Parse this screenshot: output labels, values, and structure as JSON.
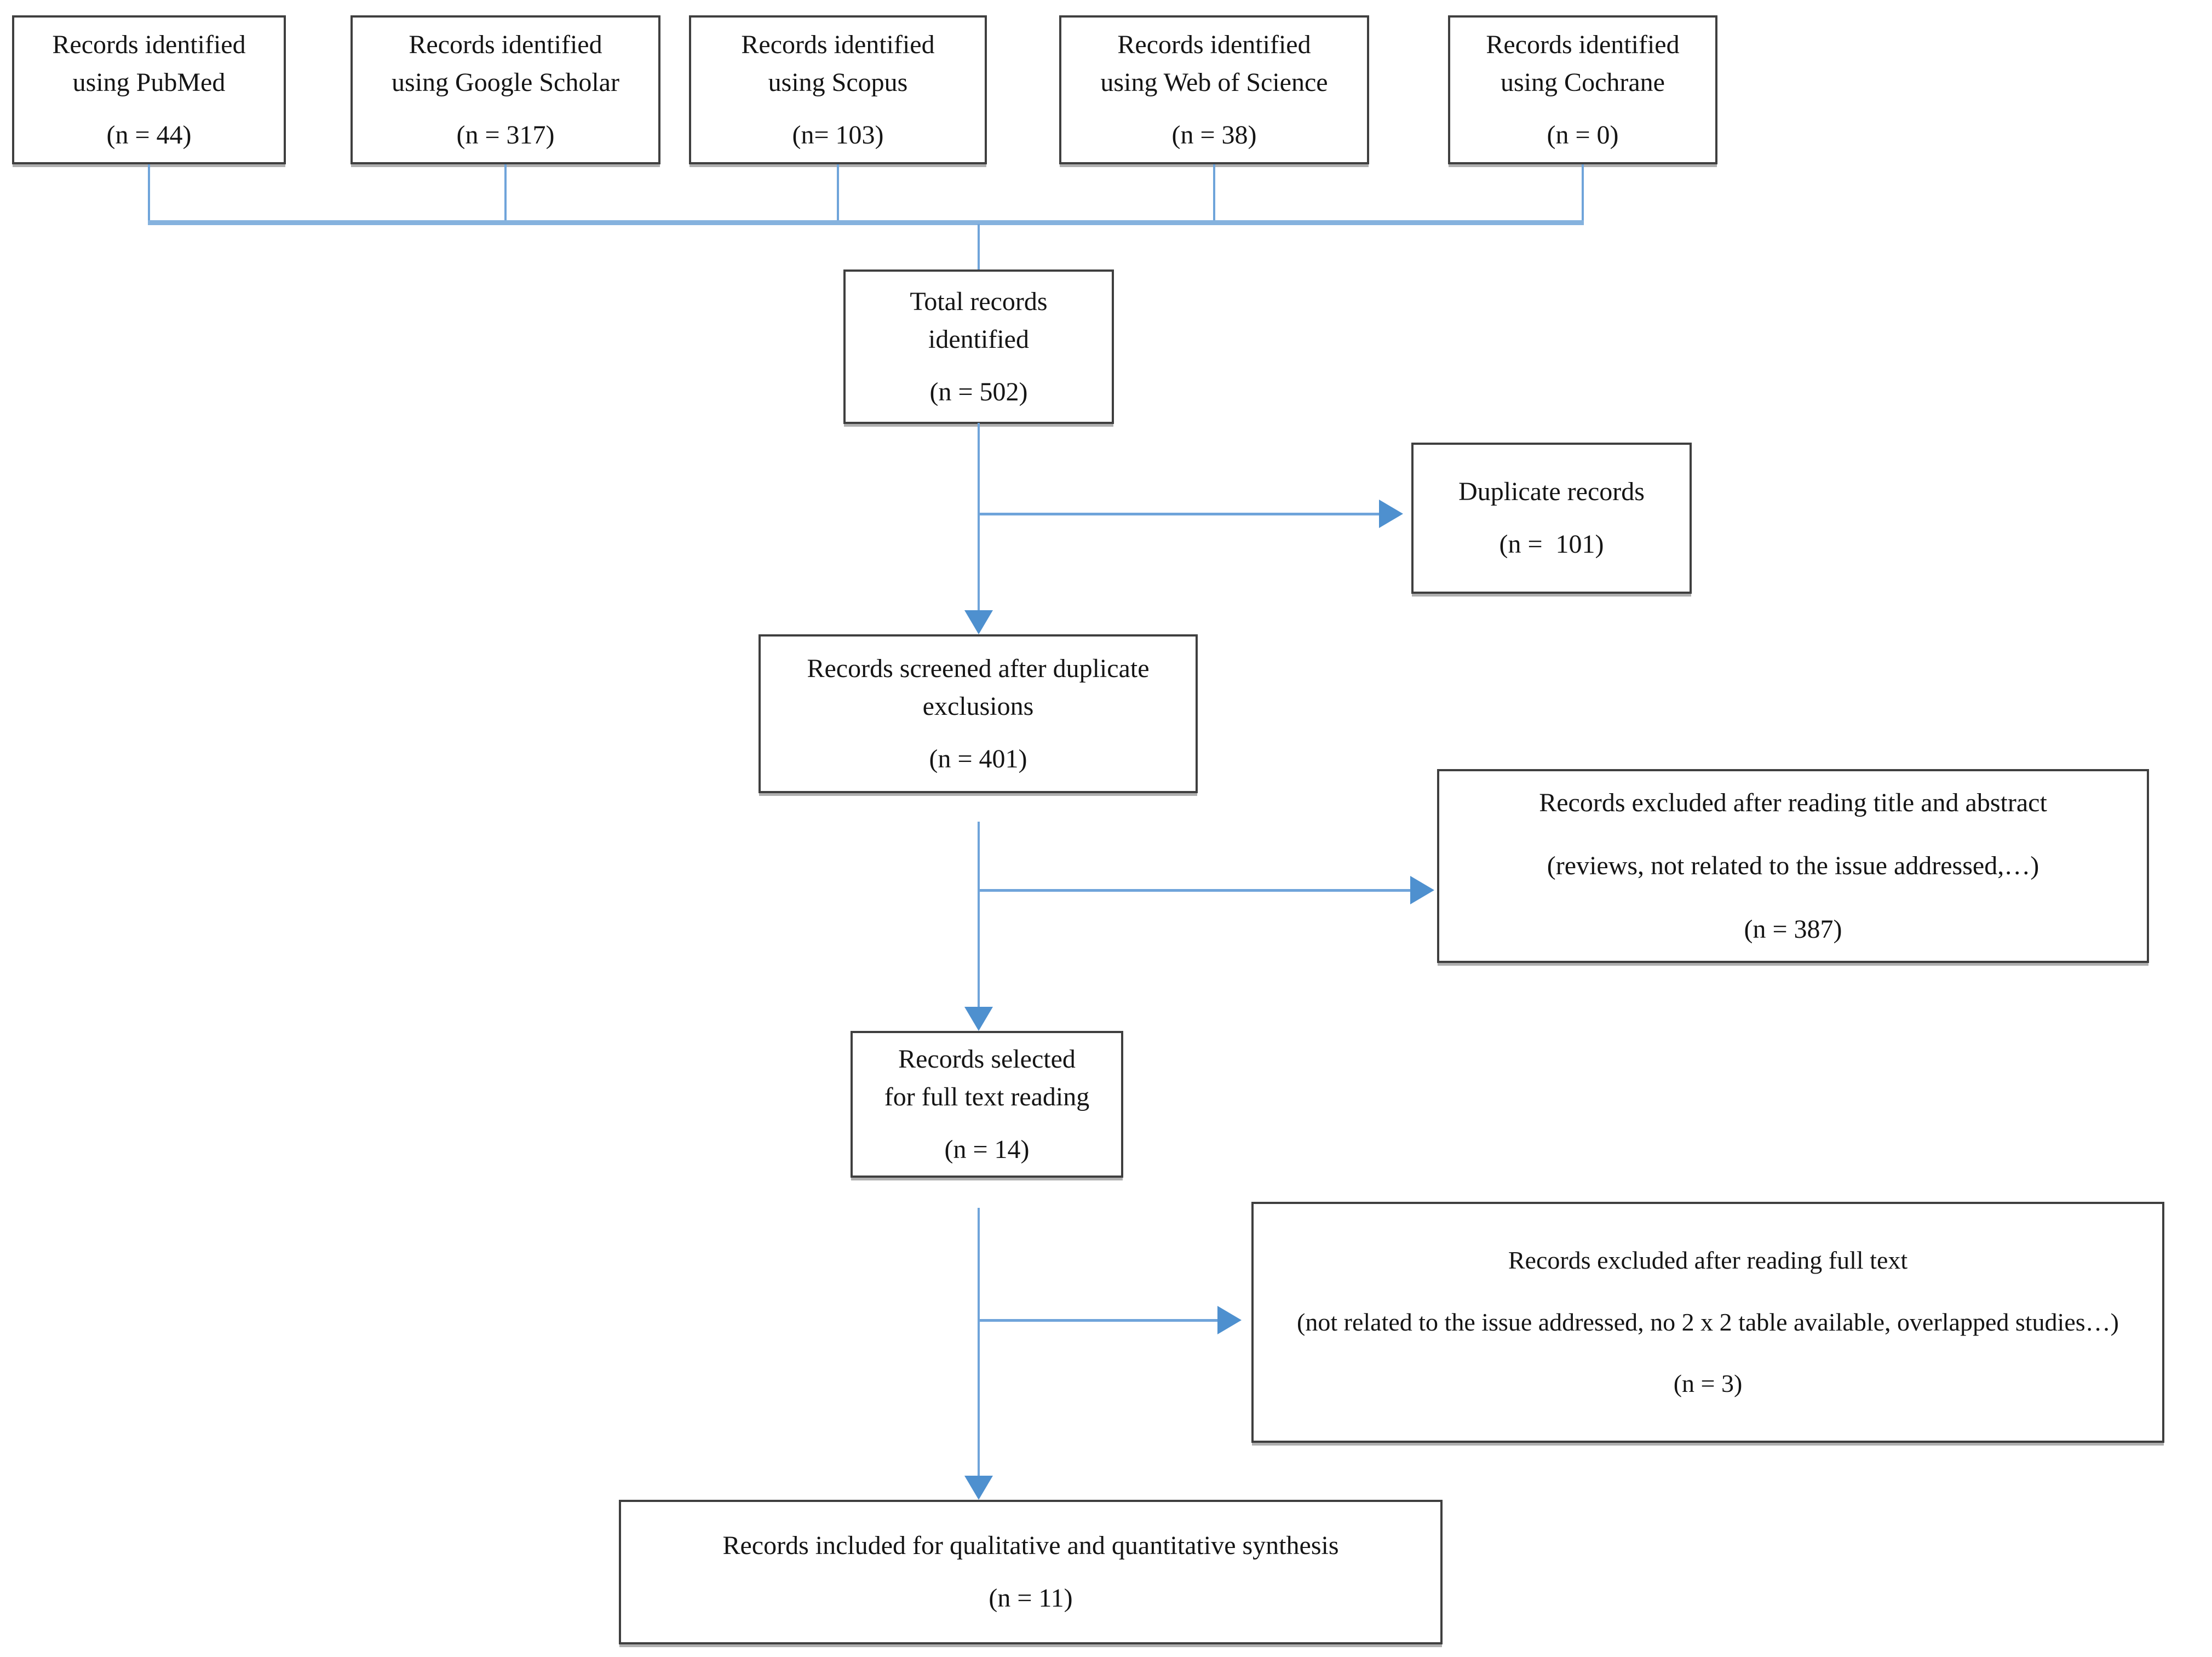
{
  "diagram": {
    "type": "prisma-flow",
    "colors": {
      "box_border": "#3f3f3f",
      "connector_blue": "#6fa4da",
      "arrowhead_blue": "#4e90cf",
      "trunk_blue": "#85b2de",
      "text": "#151515",
      "background": "#ffffff"
    },
    "nodes": {
      "pubmed": {
        "lines": [
          "Records identified",
          "using PubMed"
        ],
        "count": "(n = 44)"
      },
      "google_scholar": {
        "lines": [
          "Records identified",
          "using Google Scholar"
        ],
        "count": "(n = 317)"
      },
      "scopus": {
        "lines": [
          "Records identified",
          "using Scopus"
        ],
        "count": "(n= 103)"
      },
      "web_of_science": {
        "lines": [
          "Records identified",
          "using Web of Science"
        ],
        "count": "(n = 38)"
      },
      "cochrane": {
        "lines": [
          "Records identified",
          "using Cochrane"
        ],
        "count": "(n = 0)"
      },
      "total": {
        "lines": [
          "Total records",
          "identified"
        ],
        "count": "(n = 502)"
      },
      "duplicates": {
        "lines": [
          "Duplicate records"
        ],
        "count": "(n =  101)"
      },
      "screened": {
        "lines": [
          "Records screened after duplicate exclusions"
        ],
        "count": "(n = 401)"
      },
      "excluded_title_abstract": {
        "lines": [
          "Records excluded after reading title and abstract",
          "(reviews, not related to the issue addressed,…)"
        ],
        "count": "(n = 387)"
      },
      "selected": {
        "lines": [
          "Records selected",
          "for full text reading"
        ],
        "count": "(n = 14)"
      },
      "excluded_full_text": {
        "lines": [
          "Records excluded after reading full text",
          "(not related to the issue addressed, no 2 x 2 table available, overlapped studies…)"
        ],
        "count": "(n = 3)"
      },
      "included": {
        "lines": [
          "Records included for qualitative and quantitative synthesis"
        ],
        "count": "(n = 11)"
      }
    },
    "edges": [
      {
        "from": "pubmed",
        "to": "total",
        "arrowhead": false
      },
      {
        "from": "google_scholar",
        "to": "total",
        "arrowhead": false
      },
      {
        "from": "scopus",
        "to": "total",
        "arrowhead": false
      },
      {
        "from": "web_of_science",
        "to": "total",
        "arrowhead": false
      },
      {
        "from": "cochrane",
        "to": "total",
        "arrowhead": false
      },
      {
        "from": "total",
        "to": "duplicates",
        "arrowhead": true
      },
      {
        "from": "total",
        "to": "screened",
        "arrowhead": true
      },
      {
        "from": "screened",
        "to": "excluded_title_abstract",
        "arrowhead": true
      },
      {
        "from": "screened",
        "to": "selected",
        "arrowhead": true
      },
      {
        "from": "selected",
        "to": "excluded_full_text",
        "arrowhead": true
      },
      {
        "from": "selected",
        "to": "included",
        "arrowhead": true
      }
    ]
  }
}
